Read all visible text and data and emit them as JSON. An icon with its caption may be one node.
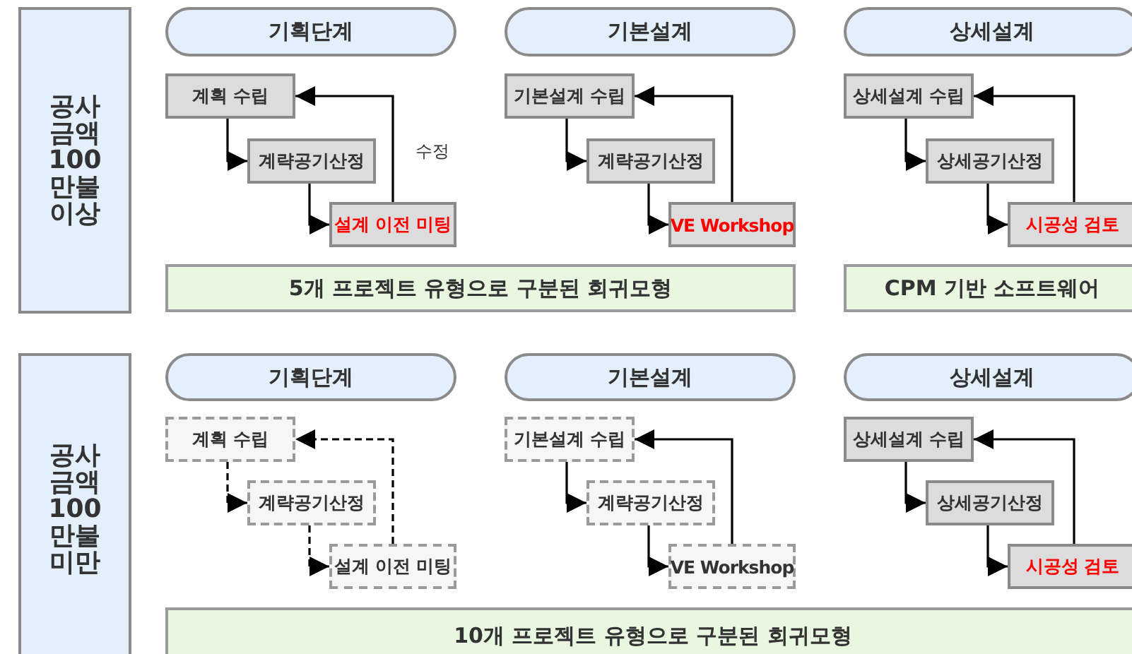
{
  "diagram": {
    "nodes": [
      {
        "text": [
          "공사 금액 100 만불 이상"
        ]
      },
      {
        "text": [
          "기획단계"
        ]
      },
      {
        "text": [
          "계획 수립"
        ]
      },
      {
        "text": [
          "계략공기산정"
        ]
      },
      {
        "text": [
          "설계 이전 미팅"
        ]
      },
      {
        "text": [
          "기본설계"
        ]
      },
      {
        "text": [
          "기본설계 수립"
        ]
      },
      {
        "text": [
          "계략공기산정"
        ]
      },
      {
        "text": [
          "VE Workshop"
        ]
      },
      {
        "text": [
          "상세설계"
        ]
      },
      {
        "text": [
          "상세설계 수립"
        ]
      },
      {
        "text": [
          "상세공기산정"
        ]
      },
      {
        "text": [
          "시공성 검토"
        ]
      },
      {
        "text": [
          "5개 프로젝트 유형으로 구분된 회귀모형"
        ]
      },
      {
        "text": [
          "CPM 기반 소프트웨어"
        ]
      },
      {
        "text": [
          "공사 금액 100 만불 미만"
        ]
      },
      {
        "text": [
          "기획단계"
        ]
      },
      {
        "text": [
          "계획 수립"
        ]
      },
      {
        "text": [
          "계략공기산정"
        ]
      },
      {
        "text": [
          "설계 이전 미팅"
        ]
      },
      {
        "text": [
          "기본설계"
        ]
      },
      {
        "text": [
          "기본설계 수립"
        ]
      },
      {
        "text": [
          "계략공기산정"
        ]
      },
      {
        "text": [
          "VE Workshop"
        ]
      },
      {
        "text": [
          "상세설계"
        ]
      },
      {
        "text": [
          "상세설계 수립"
        ]
      },
      {
        "text": [
          "상세공기산정"
        ]
      },
      {
        "text": [
          "시공성 검토"
        ]
      },
      {
        "text": [
          "10개 프로젝트 유형으로 구분된 회귀모형"
        ]
      }
    ],
    "edges": [
      {
        "from": 2,
        "to": 3,
        "arrow": "to"
      },
      {
        "from": 3,
        "to": 4,
        "arrow": "to"
      },
      {
        "from": 4,
        "to": 2,
        "arrow": "to",
        "label": "수정"
      },
      {
        "from": 6,
        "to": 7,
        "arrow": "to"
      },
      {
        "from": 7,
        "to": 8,
        "arrow": "to"
      },
      {
        "from": 8,
        "to": 6,
        "arrow": "to"
      },
      {
        "from": 10,
        "to": 11,
        "arrow": "to"
      },
      {
        "from": 11,
        "to": 12,
        "arrow": "to"
      },
      {
        "from": 12,
        "to": 10,
        "arrow": "to"
      },
      {
        "from": 17,
        "to": 18,
        "arrow": "to",
        "style": "dashed"
      },
      {
        "from": 18,
        "to": 19,
        "arrow": "to",
        "style": "dashed"
      },
      {
        "from": 19,
        "to": 17,
        "arrow": "to",
        "style": "dashed"
      },
      {
        "from": 21,
        "to": 22,
        "arrow": "to"
      },
      {
        "from": 22,
        "to": 23,
        "arrow": "to"
      },
      {
        "from": 23,
        "to": 21,
        "arrow": "to"
      },
      {
        "from": 25,
        "to": 26,
        "arrow": "to"
      },
      {
        "from": 26,
        "to": 27,
        "arrow": "to"
      },
      {
        "from": 27,
        "to": 25,
        "arrow": "to"
      }
    ]
  }
}
